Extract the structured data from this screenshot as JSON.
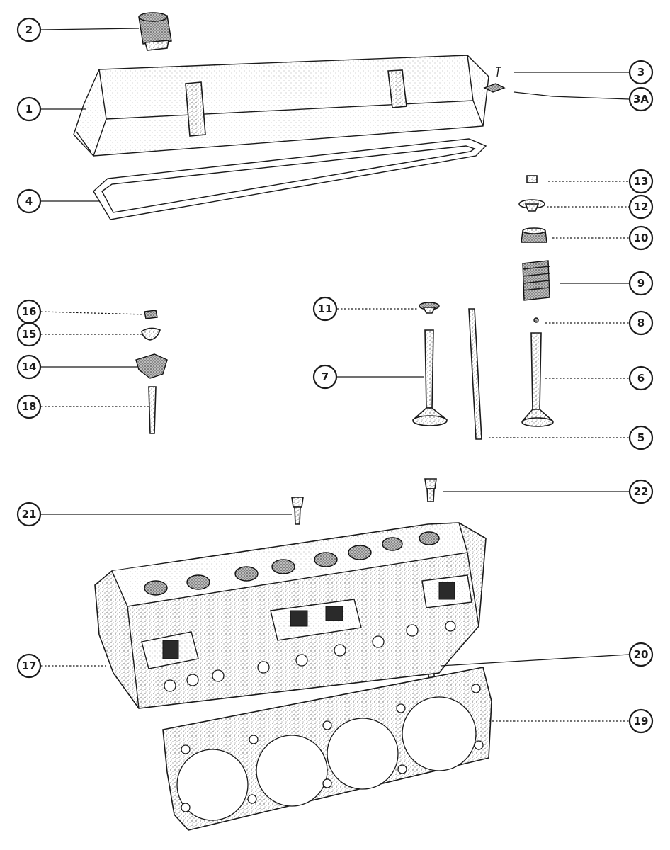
{
  "callouts": [
    {
      "id": "1",
      "label": "1"
    },
    {
      "id": "2",
      "label": "2"
    },
    {
      "id": "3",
      "label": "3"
    },
    {
      "id": "3a",
      "label": "3A"
    },
    {
      "id": "4",
      "label": "4"
    },
    {
      "id": "5",
      "label": "5"
    },
    {
      "id": "6",
      "label": "6"
    },
    {
      "id": "7",
      "label": "7"
    },
    {
      "id": "8",
      "label": "8"
    },
    {
      "id": "9",
      "label": "9"
    },
    {
      "id": "10",
      "label": "10"
    },
    {
      "id": "11",
      "label": "11"
    },
    {
      "id": "12",
      "label": "12"
    },
    {
      "id": "13",
      "label": "13"
    },
    {
      "id": "14",
      "label": "14"
    },
    {
      "id": "15",
      "label": "15"
    },
    {
      "id": "16",
      "label": "16"
    },
    {
      "id": "17",
      "label": "17"
    },
    {
      "id": "18",
      "label": "18"
    },
    {
      "id": "19",
      "label": "19"
    },
    {
      "id": "20",
      "label": "20"
    },
    {
      "id": "21",
      "label": "21"
    },
    {
      "id": "22",
      "label": "22"
    }
  ],
  "colors": {
    "ink": "#1a1a1a",
    "paper": "#ffffff"
  }
}
